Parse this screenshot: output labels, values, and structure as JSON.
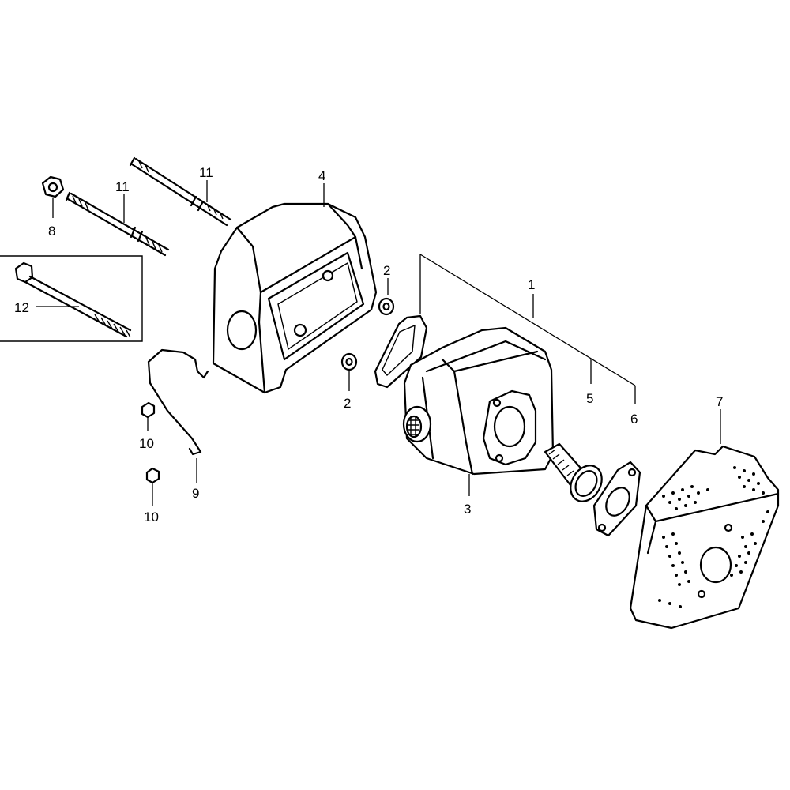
{
  "callouts": {
    "c1": "1",
    "c2a": "2",
    "c2b": "2",
    "c3": "3",
    "c4": "4",
    "c5": "5",
    "c6": "6",
    "c7": "7",
    "c8": "8",
    "c9": "9",
    "c10a": "10",
    "c10b": "10",
    "c11a": "11",
    "c11b": "11",
    "c12": "12"
  }
}
